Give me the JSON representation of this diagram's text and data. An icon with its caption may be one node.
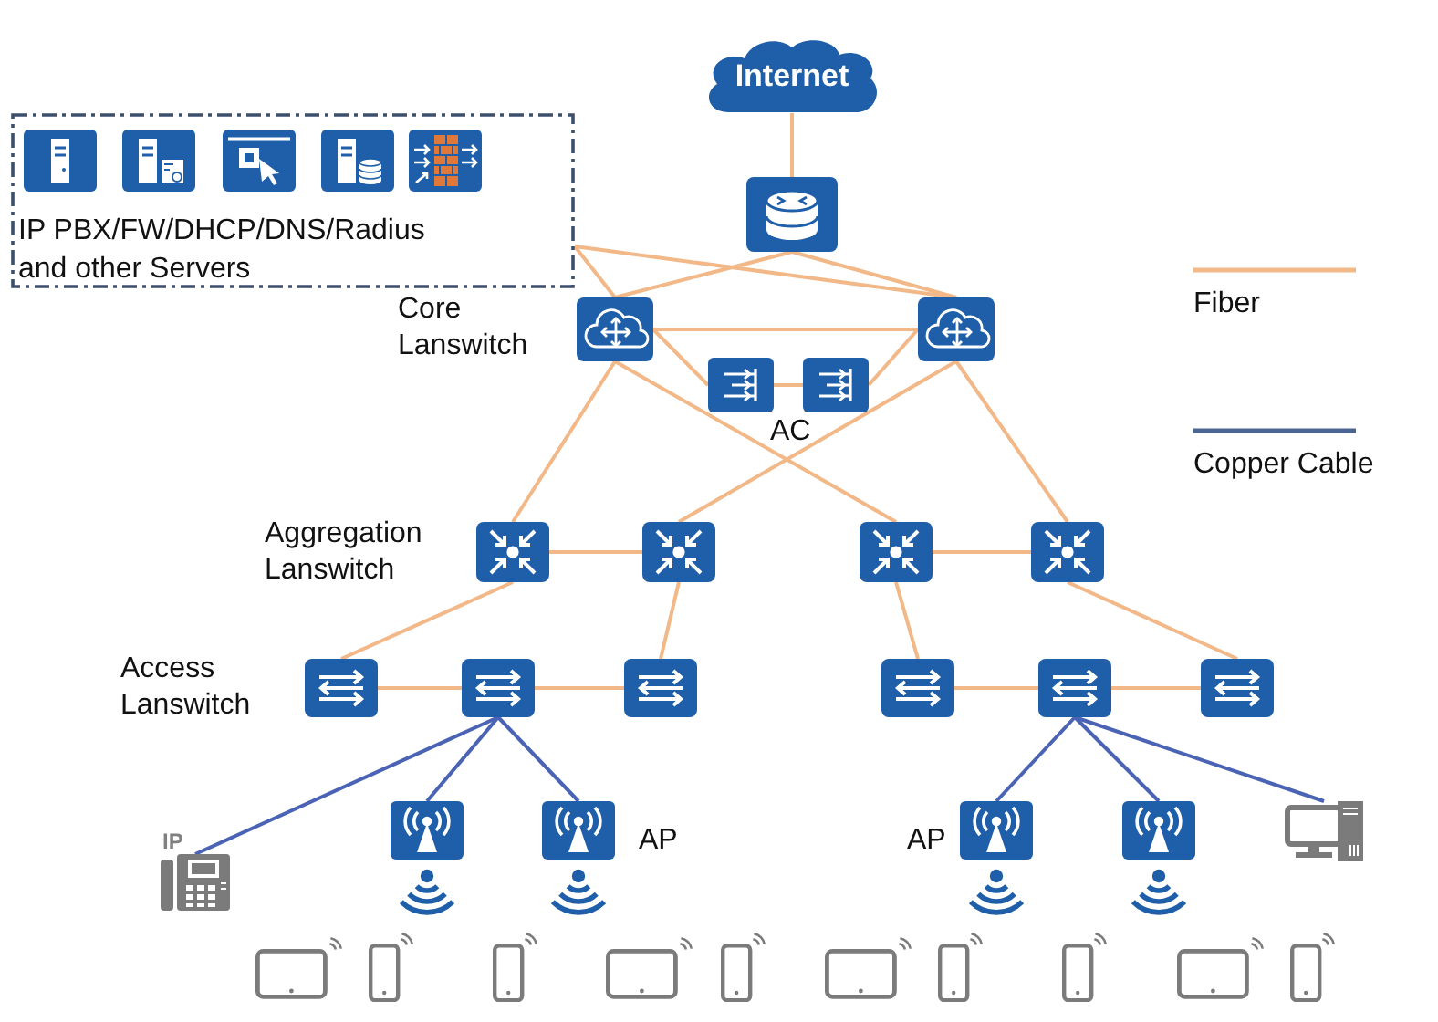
{
  "diagram": {
    "nodes": [
      {
        "text": [
          "Internet"
        ]
      },
      {
        "text": [
          "IP PBX/FW/DHCP/DNS/Radius and other Servers"
        ]
      },
      {
        "text": [],
        "shape": "picture"
      },
      {
        "text": [],
        "shape": "picture"
      },
      {
        "text": [],
        "shape": "picture"
      },
      {
        "text": [],
        "shape": "picture"
      },
      {
        "text": [],
        "shape": "picture"
      },
      {
        "text": [],
        "shape": "picture"
      },
      {
        "text": [],
        "shape": "picture"
      },
      {
        "text": [],
        "shape": "picture"
      },
      {
        "text": [],
        "shape": "picture"
      },
      {
        "text": [],
        "shape": "picture"
      },
      {
        "text": [],
        "shape": "picture"
      },
      {
        "text": [],
        "shape": "picture"
      },
      {
        "text": [],
        "shape": "picture"
      },
      {
        "text": [],
        "shape": "picture"
      },
      {
        "text": [],
        "shape": "picture"
      },
      {
        "text": [],
        "shape": "picture",
        "beside": [
          "IP"
        ]
      },
      {
        "text": [],
        "shape": "picture"
      },
      {
        "text": [],
        "shape": "picture",
        "beside": [
          "AP"
        ]
      },
      {
        "text": [],
        "shape": "picture",
        "beside": [
          "AP"
        ]
      },
      {
        "text": [],
        "shape": "picture"
      },
      {
        "text": [],
        "shape": "picture"
      }
    ],
    "edges": [
      {
        "from": 0,
        "to": 2,
        "arrow": "none"
      },
      {
        "from": 1,
        "to": 3,
        "arrow": "none"
      },
      {
        "from": 1,
        "to": 4,
        "arrow": "none"
      },
      {
        "from": 2,
        "to": 3,
        "arrow": "none"
      },
      {
        "from": 2,
        "to": 4,
        "arrow": "none"
      },
      {
        "from": 3,
        "to": 4,
        "arrow": "none"
      },
      {
        "from": 3,
        "to": 5,
        "arrow": "none"
      },
      {
        "from": 5,
        "to": 6,
        "arrow": "none"
      },
      {
        "from": 4,
        "to": 6,
        "arrow": "none"
      },
      {
        "from": 3,
        "to": 7,
        "arrow": "none"
      },
      {
        "from": 3,
        "to": 9,
        "arrow": "none"
      },
      {
        "from": 4,
        "to": 8,
        "arrow": "none"
      },
      {
        "from": 4,
        "to": 10,
        "arrow": "none"
      },
      {
        "from": 7,
        "to": 8,
        "arrow": "none"
      },
      {
        "from": 9,
        "to": 10,
        "arrow": "none"
      },
      {
        "from": 7,
        "to": 11,
        "arrow": "none"
      },
      {
        "from": 8,
        "to": 13,
        "arrow": "none"
      },
      {
        "from": 9,
        "to": 14,
        "arrow": "none"
      },
      {
        "from": 10,
        "to": 16,
        "arrow": "none"
      },
      {
        "from": 11,
        "to": 12,
        "arrow": "none"
      },
      {
        "from": 12,
        "to": 13,
        "arrow": "none"
      },
      {
        "from": 14,
        "to": 15,
        "arrow": "none"
      },
      {
        "from": 15,
        "to": 16,
        "arrow": "none"
      },
      {
        "from": 12,
        "to": 17,
        "arrow": "none",
        "color": "#4a63b5"
      },
      {
        "from": 12,
        "to": 18,
        "arrow": "none",
        "color": "#4a63b5"
      },
      {
        "from": 12,
        "to": 19,
        "arrow": "none",
        "color": "#4a63b5"
      },
      {
        "from": 15,
        "to": 20,
        "arrow": "none",
        "color": "#4a63b5"
      },
      {
        "from": 15,
        "to": 21,
        "arrow": "none",
        "color": "#4a63b5"
      },
      {
        "from": 15,
        "to": 22,
        "arrow": "none",
        "color": "#4a63b5"
      }
    ],
    "labels": [
      "Core Lanswitch",
      "AC",
      "Aggregation Lanswitch",
      "Access Lanswitch"
    ],
    "legend": [
      {
        "text": "Fiber"
      },
      {
        "text": "Copper Cable"
      }
    ]
  }
}
